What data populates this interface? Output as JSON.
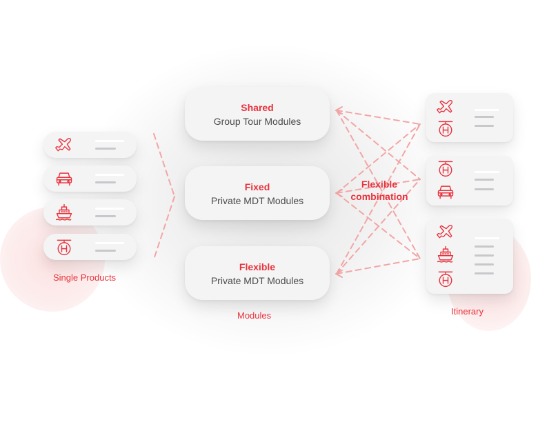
{
  "left_label": "Single Products",
  "modules_label": "Modules",
  "itinerary_label": "Itinerary",
  "combination_label": [
    "Flexible",
    "combination"
  ],
  "modules": [
    {
      "title": "Shared",
      "subtitle": "Group Tour Modules"
    },
    {
      "title": "Fixed",
      "subtitle": "Private MDT Modules"
    },
    {
      "title": "Flexible",
      "subtitle": "Private MDT Modules"
    }
  ],
  "single_products": [
    {
      "icon": "plane-icon"
    },
    {
      "icon": "car-icon"
    },
    {
      "icon": "ship-icon"
    },
    {
      "icon": "helicopter-icon"
    }
  ],
  "itinerary_groups": [
    {
      "icons": [
        "plane-icon",
        "helicopter-icon"
      ]
    },
    {
      "icons": [
        "helicopter-icon",
        "car-icon"
      ]
    },
    {
      "icons": [
        "plane-icon",
        "ship-icon",
        "helicopter-icon"
      ]
    }
  ],
  "colors": {
    "accent": "#e8323c",
    "dash": "#f3a5a5",
    "card": "#f4f4f5",
    "line": "#c8c8cc"
  }
}
